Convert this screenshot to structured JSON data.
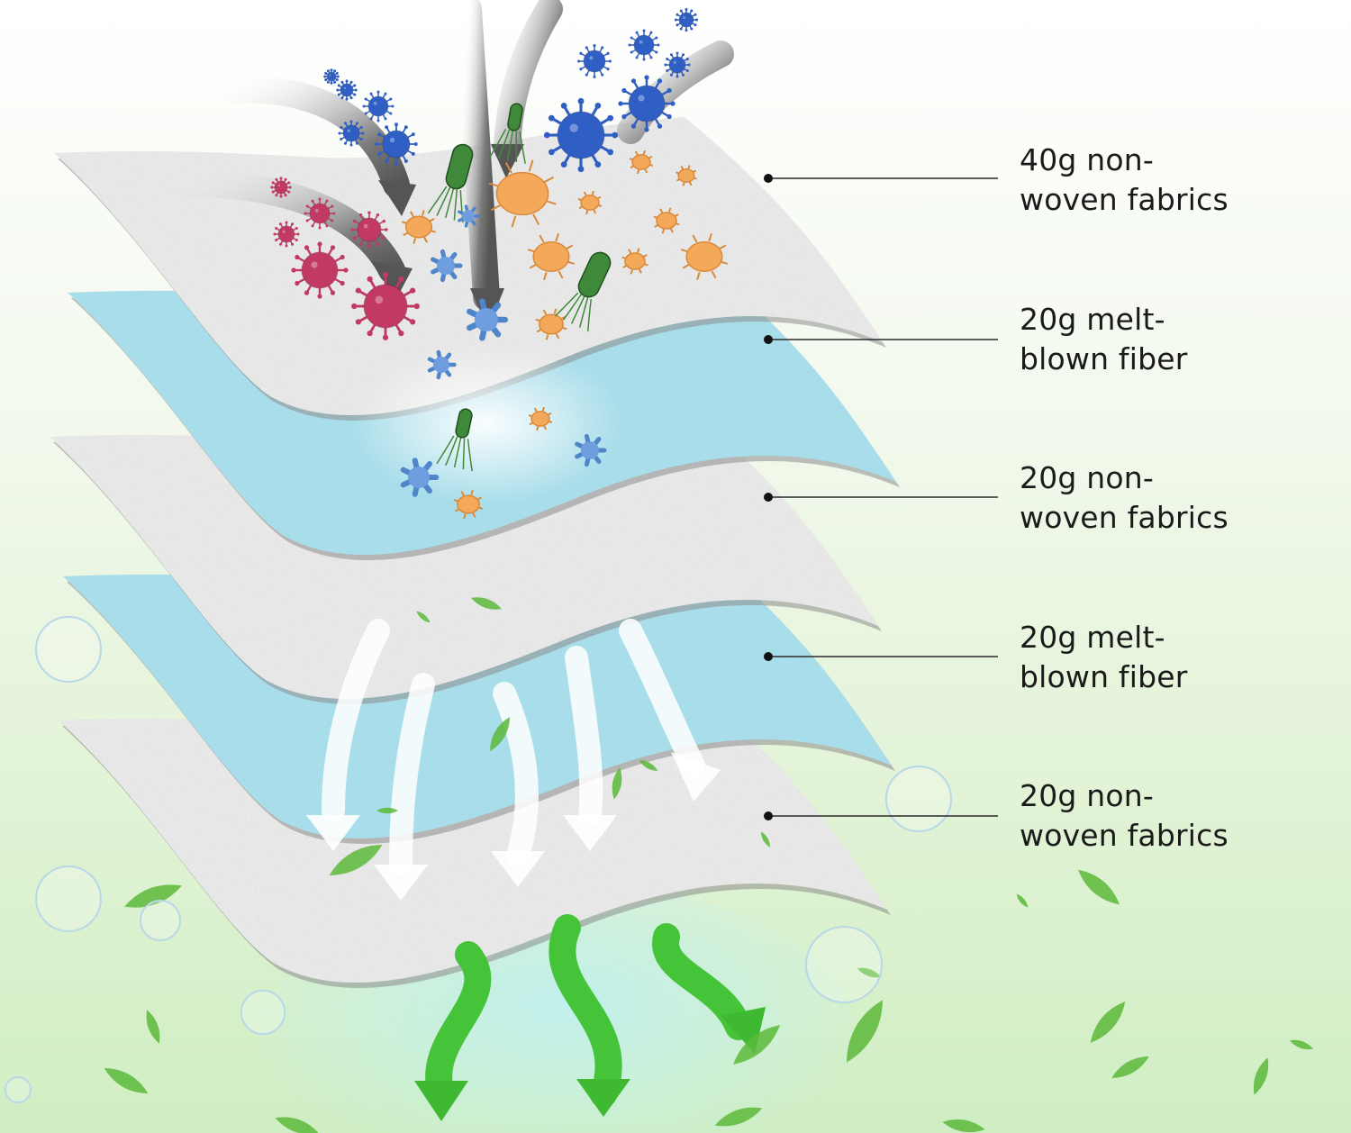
{
  "layers": [
    {
      "line1": "40g non-",
      "line2": "woven fabrics",
      "material": "non-woven",
      "color": "#e9e9e9"
    },
    {
      "line1": "20g melt-",
      "line2": "blown fiber",
      "material": "melt-blown",
      "color": "#a9dfec"
    },
    {
      "line1": "20g non-",
      "line2": "woven fabrics",
      "material": "non-woven",
      "color": "#e9e9e9"
    },
    {
      "line1": "20g melt-",
      "line2": "blown fiber",
      "material": "melt-blown",
      "color": "#a9dfec"
    },
    {
      "line1": "20g non-",
      "line2": "woven fabrics",
      "material": "non-woven",
      "color": "#e9e9e9"
    }
  ],
  "colors": {
    "virus_red": "#c23a63",
    "virus_blue": "#2f5fc4",
    "bacteria_orange": "#f4a85a",
    "bacteria_green": "#3f8a3a",
    "leaf_green": "#5cb83a",
    "clean_arrow": "#45c43a",
    "incoming_arrow": "#6f6f6f"
  }
}
